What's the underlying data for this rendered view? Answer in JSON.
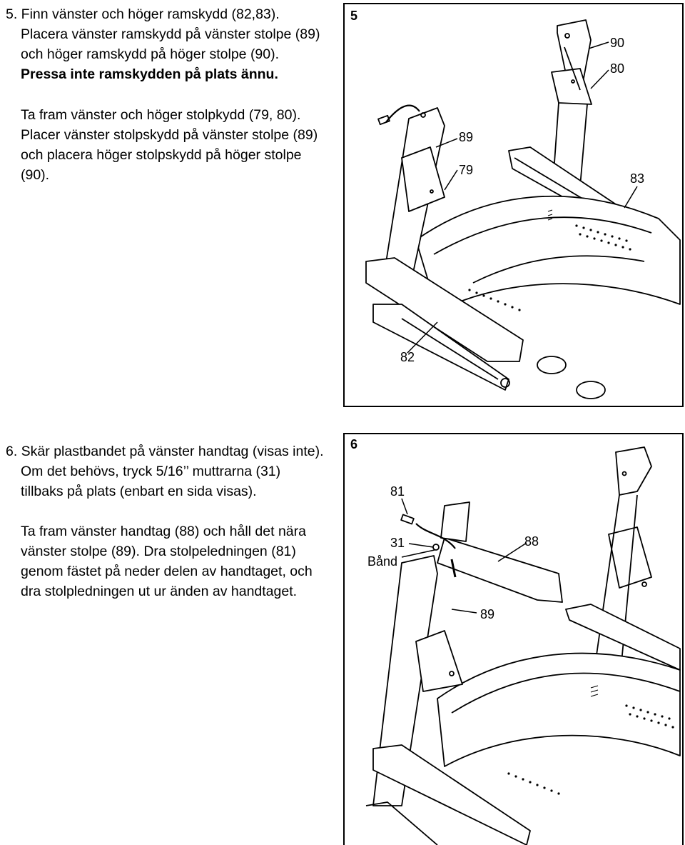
{
  "step5": {
    "lines": [
      "5. Finn vänster och höger ramskydd (82,83).",
      "Placera vänster ramskydd på vänster stolpe (89)",
      "och höger ramskydd på höger stolpe (90).",
      "Pressa inte ramskydden på plats ännu."
    ],
    "para2": [
      "Ta fram vänster och höger stolpkydd (79, 80).",
      "Placer vänster stolpskydd på vänster stolpe (89)",
      "och placera höger stolpskydd på höger stolpe",
      "(90)."
    ],
    "panel_number": "5",
    "callouts": {
      "c90": "90",
      "c80": "80",
      "c89": "89",
      "c79": "79",
      "c83": "83",
      "c82": "82"
    }
  },
  "step6": {
    "lines": [
      "6. Skär plastbandet på vänster handtag (visas inte).",
      "Om det behövs, tryck 5/16’’ muttrarna (31)",
      "tillbaks på plats (enbart en sida visas)."
    ],
    "para2": [
      "Ta fram vänster handtag (88) och håll det nära",
      "vänster stolpe (89). Dra stolpeledningen (81)",
      "genom fästet på neder delen av handtaget, och",
      "dra stolpledningen ut ur änden av handtaget."
    ],
    "panel_number": "6",
    "callouts": {
      "c81": "81",
      "c31": "31",
      "cband": "Bånd",
      "c88": "88",
      "c89": "89"
    }
  }
}
